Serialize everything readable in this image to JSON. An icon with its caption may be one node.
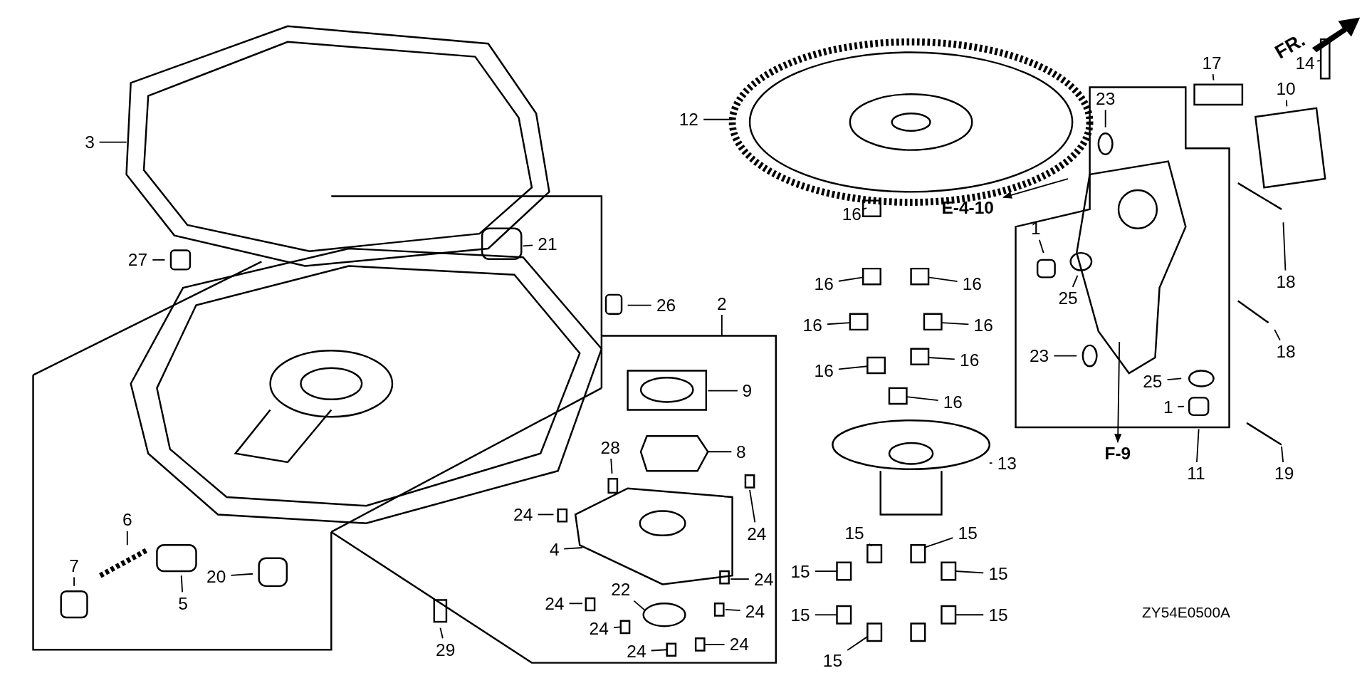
{
  "diagram": {
    "nodes": [
      {
        "text": [
          "3"
        ]
      },
      {
        "text": [
          "27"
        ]
      },
      {
        "text": [
          "21"
        ]
      },
      {
        "text": [
          "26"
        ]
      },
      {
        "text": [
          "2"
        ]
      },
      {
        "text": [
          "9"
        ]
      },
      {
        "text": [
          "8"
        ]
      },
      {
        "text": [
          "28"
        ]
      },
      {
        "text": [
          "24"
        ]
      },
      {
        "text": [
          "24"
        ]
      },
      {
        "text": [
          "4"
        ]
      },
      {
        "text": [
          "7"
        ]
      },
      {
        "text": [
          "6"
        ]
      },
      {
        "text": [
          "5"
        ]
      },
      {
        "text": [
          "20"
        ]
      },
      {
        "text": [
          "24"
        ]
      },
      {
        "text": [
          "22"
        ]
      },
      {
        "text": [
          "24"
        ]
      },
      {
        "text": [
          "24"
        ]
      },
      {
        "text": [
          "24"
        ]
      },
      {
        "text": [
          "24"
        ]
      },
      {
        "text": [
          "24"
        ]
      },
      {
        "text": [
          "29"
        ]
      },
      {
        "text": [
          "12"
        ]
      },
      {
        "text": [
          "14"
        ]
      },
      {
        "text": [
          "17"
        ]
      },
      {
        "text": [
          "10"
        ]
      },
      {
        "text": [
          "23"
        ]
      },
      {
        "text": [
          "1"
        ]
      },
      {
        "text": [
          "25"
        ]
      },
      {
        "text": [
          "18"
        ]
      },
      {
        "text": [
          "18"
        ]
      },
      {
        "text": [
          "23"
        ]
      },
      {
        "text": [
          "25"
        ]
      },
      {
        "text": [
          "1"
        ]
      },
      {
        "text": [
          "11"
        ]
      },
      {
        "text": [
          "19"
        ]
      },
      {
        "text": [
          "16"
        ]
      },
      {
        "text": [
          "16"
        ]
      },
      {
        "text": [
          "16"
        ]
      },
      {
        "text": [
          "16"
        ]
      },
      {
        "text": [
          "16"
        ]
      },
      {
        "text": [
          "16"
        ]
      },
      {
        "text": [
          "16"
        ]
      },
      {
        "text": [
          "16"
        ]
      },
      {
        "text": [
          "13"
        ]
      },
      {
        "text": [
          "15"
        ]
      },
      {
        "text": [
          "15"
        ]
      },
      {
        "text": [
          "15"
        ]
      },
      {
        "text": [
          "15"
        ]
      },
      {
        "text": [
          "15"
        ]
      },
      {
        "text": [
          "15"
        ]
      },
      {
        "text": [
          "15"
        ]
      },
      {
        "text": [
          "E-4-10"
        ]
      },
      {
        "text": [
          "F-9"
        ]
      }
    ],
    "edges": [
      {
        "from": 0,
        "to": null,
        "arrow": "none"
      },
      {
        "from": 1,
        "to": null,
        "arrow": "none"
      },
      {
        "from": 2,
        "to": null,
        "arrow": "none"
      },
      {
        "from": 3,
        "to": null,
        "arrow": "none"
      },
      {
        "from": 4,
        "to": null,
        "arrow": "none"
      },
      {
        "from": 5,
        "to": null,
        "arrow": "none"
      },
      {
        "from": 6,
        "to": null,
        "arrow": "none"
      },
      {
        "from": 7,
        "to": null,
        "arrow": "none"
      },
      {
        "from": 8,
        "to": null,
        "arrow": "none"
      },
      {
        "from": 9,
        "to": null,
        "arrow": "none"
      },
      {
        "from": 10,
        "to": null,
        "arrow": "none"
      },
      {
        "from": 11,
        "to": null,
        "arrow": "none"
      },
      {
        "from": 12,
        "to": null,
        "arrow": "none"
      },
      {
        "from": 13,
        "to": null,
        "arrow": "none"
      },
      {
        "from": 14,
        "to": null,
        "arrow": "none"
      },
      {
        "from": 15,
        "to": null,
        "arrow": "none"
      },
      {
        "from": 16,
        "to": null,
        "arrow": "none"
      },
      {
        "from": 17,
        "to": null,
        "arrow": "none"
      },
      {
        "from": 18,
        "to": null,
        "arrow": "none"
      },
      {
        "from": 19,
        "to": null,
        "arrow": "none"
      },
      {
        "from": 20,
        "to": null,
        "arrow": "none"
      },
      {
        "from": 21,
        "to": null,
        "arrow": "none"
      },
      {
        "from": 22,
        "to": null,
        "arrow": "none"
      },
      {
        "from": 23,
        "to": null,
        "arrow": "none"
      },
      {
        "from": 24,
        "to": null,
        "arrow": "none"
      },
      {
        "from": 25,
        "to": null,
        "arrow": "none"
      },
      {
        "from": 26,
        "to": null,
        "arrow": "none"
      },
      {
        "from": 27,
        "to": null,
        "arrow": "none"
      },
      {
        "from": 28,
        "to": null,
        "arrow": "none"
      },
      {
        "from": 29,
        "to": null,
        "arrow": "none"
      },
      {
        "from": 30,
        "to": null,
        "arrow": "none"
      },
      {
        "from": 31,
        "to": null,
        "arrow": "none"
      },
      {
        "from": 32,
        "to": null,
        "arrow": "none"
      },
      {
        "from": 33,
        "to": null,
        "arrow": "none"
      },
      {
        "from": 34,
        "to": null,
        "arrow": "none"
      },
      {
        "from": 35,
        "to": null,
        "arrow": "none"
      },
      {
        "from": 36,
        "to": null,
        "arrow": "none"
      },
      {
        "from": 37,
        "to": null,
        "arrow": "none"
      },
      {
        "from": 38,
        "to": null,
        "arrow": "none"
      },
      {
        "from": 39,
        "to": null,
        "arrow": "none"
      },
      {
        "from": 40,
        "to": null,
        "arrow": "none"
      },
      {
        "from": 41,
        "to": null,
        "arrow": "none"
      },
      {
        "from": 42,
        "to": null,
        "arrow": "none"
      },
      {
        "from": 43,
        "to": null,
        "arrow": "none"
      },
      {
        "from": 44,
        "to": null,
        "arrow": "none"
      },
      {
        "from": 45,
        "to": null,
        "arrow": "none"
      },
      {
        "from": 46,
        "to": null,
        "arrow": "none"
      },
      {
        "from": 47,
        "to": null,
        "arrow": "none"
      },
      {
        "from": 48,
        "to": null,
        "arrow": "none"
      },
      {
        "from": 49,
        "to": null,
        "arrow": "none"
      },
      {
        "from": 50,
        "to": null,
        "arrow": "none"
      },
      {
        "from": 51,
        "to": null,
        "arrow": "none"
      },
      {
        "from": 52,
        "to": null,
        "arrow": "none"
      },
      {
        "from": null,
        "to": 53,
        "arrow": "to"
      },
      {
        "from": null,
        "to": 54,
        "arrow": "to"
      }
    ],
    "labels": [
      "FR.",
      "ZY54E0500A"
    ]
  }
}
